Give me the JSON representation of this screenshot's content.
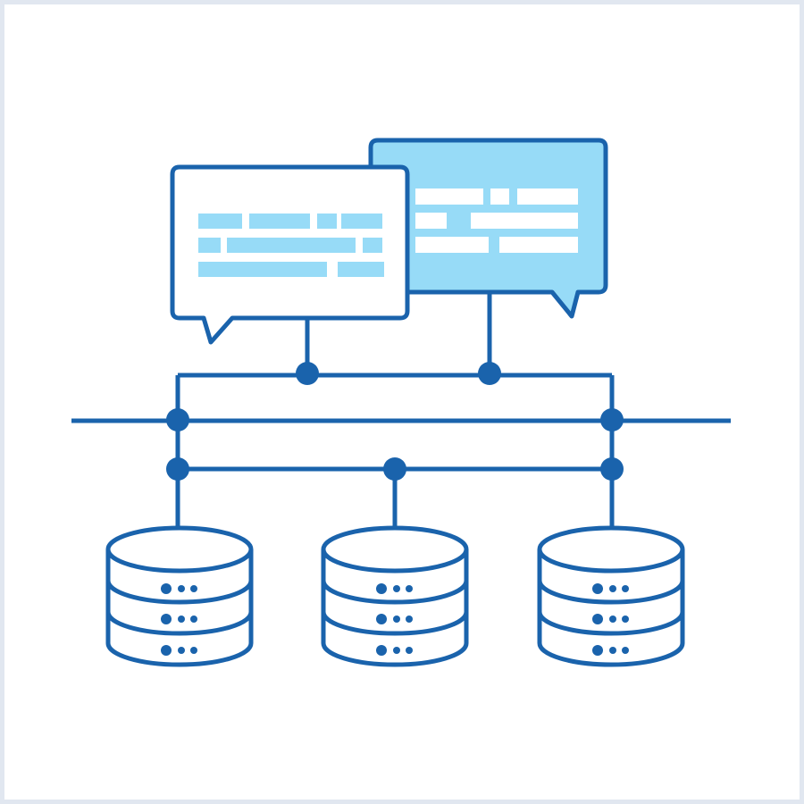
{
  "colors": {
    "stroke": "#1a63ac",
    "light": "#97dbf7",
    "white": "#ffffff",
    "frame": "#e1e7f0"
  },
  "servers": [
    {
      "id": "server-left"
    },
    {
      "id": "server-center"
    },
    {
      "id": "server-right"
    }
  ]
}
